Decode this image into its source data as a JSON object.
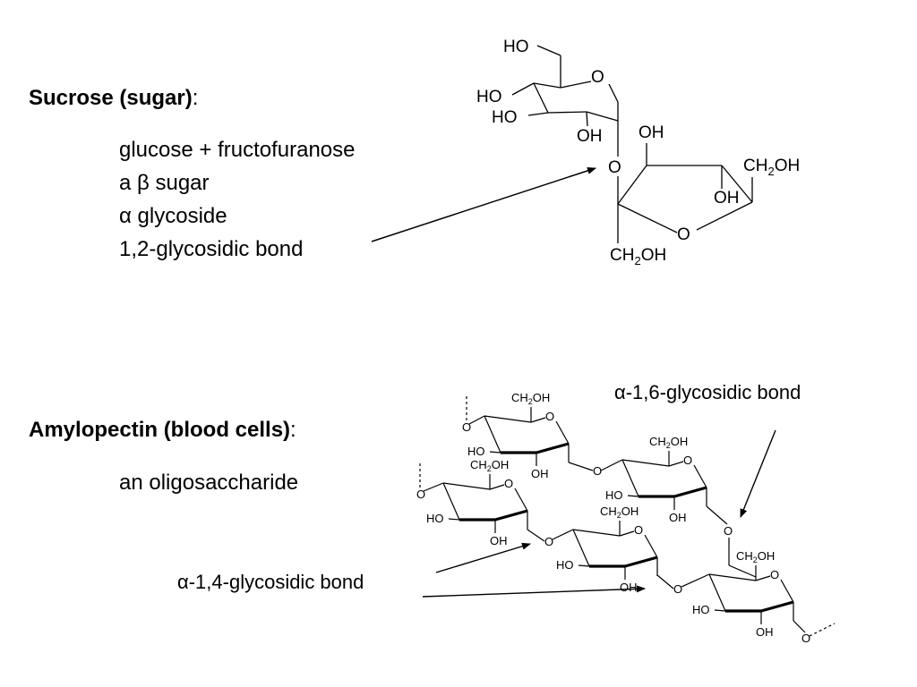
{
  "sucrose": {
    "title": "Sucrose (sugar)",
    "colon": ":",
    "lines": [
      "glucose + fructofuranose",
      "a β sugar",
      "α glycoside",
      "1,2-glycosidic bond"
    ],
    "glucose_labels": {
      "ho_top": "HO",
      "ring_o": "O",
      "ho_left1": "HO",
      "ho_left2": "HO",
      "oh_bottom": "OH"
    },
    "link_o": "O",
    "fructose_labels": {
      "oh_top": "OH",
      "ch2oh_right": {
        "main": "CH",
        "sub": "2",
        "end": "OH"
      },
      "oh_ring": "OH",
      "ring_o": "O",
      "ch2oh_bottom": {
        "main": "CH",
        "sub": "2",
        "end": "OH"
      }
    }
  },
  "amylopectin": {
    "title": "Amylopectin (blood cells)",
    "colon": ":",
    "lines": [
      "an oligosaccharide"
    ],
    "label_16": "α-1,6-glycosidic bond",
    "label_14": "α-1,4-glycosidic bond",
    "ring_labels": {
      "ch2oh": {
        "main": "CH",
        "sub": "2",
        "end": "OH"
      },
      "ho": "HO",
      "oh": "OH",
      "o": "O"
    }
  }
}
